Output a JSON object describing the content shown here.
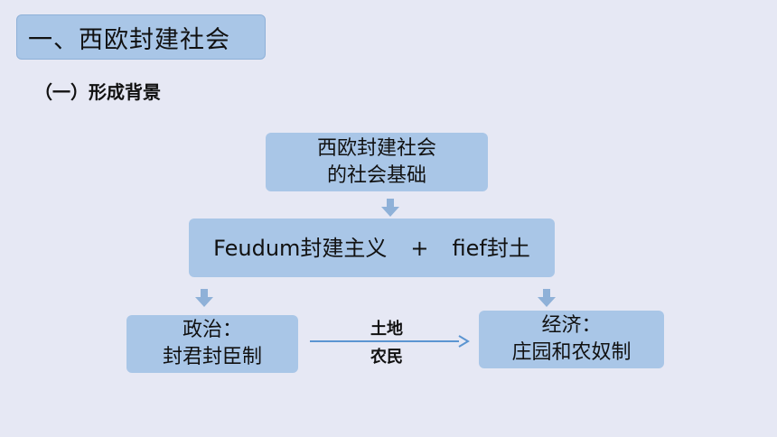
{
  "section_title": "一、西欧封建社会",
  "subtitle": "（一）形成背景",
  "nodes": {
    "base": {
      "line1": "西欧封建社会",
      "line2": "的社会基础"
    },
    "origin": {
      "term1": "Feudum封建主义",
      "plus": "+",
      "term2": "fief封土"
    },
    "politics": {
      "line1": "政治：",
      "line2": "封君封臣制"
    },
    "economy": {
      "line1": "经济：",
      "line2": "庄园和农奴制"
    }
  },
  "link": {
    "label1": "土地",
    "label2": "农民"
  },
  "colors": {
    "background": "#e6e8f4",
    "box": "#a9c6e7",
    "arrow": "#8fb1d8",
    "link_arrow": "#5b95d1"
  }
}
